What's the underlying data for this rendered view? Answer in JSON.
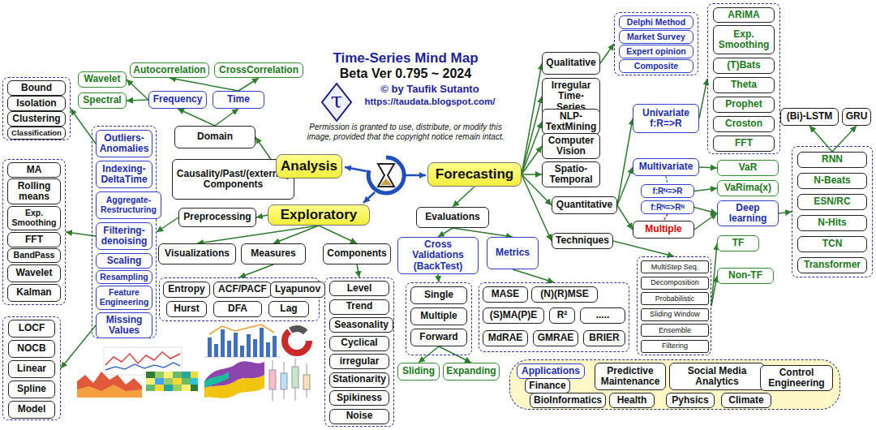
{
  "diagram": {
    "title": "Time-Series Mind Map",
    "nodes": [
      {
        "text": [
          "Domain"
        ]
      },
      {
        "text": [
          "Causality/Past/(external) Components"
        ]
      },
      {
        "text": [
          "Frequency"
        ]
      },
      {
        "text": [
          "Time"
        ]
      },
      {
        "text": [
          "Wavelet"
        ]
      },
      {
        "text": [
          "Spectral"
        ]
      },
      {
        "text": [
          "Autocorrelation"
        ]
      },
      {
        "text": [
          "CrossCorrelation"
        ]
      },
      {
        "text": []
      },
      {
        "text": [
          "Bound"
        ],
        "in": 8
      },
      {
        "text": [
          "Isolation"
        ],
        "in": 8
      },
      {
        "text": [
          "Clustering"
        ],
        "in": 8
      },
      {
        "text": [
          "Classification"
        ],
        "in": 8
      },
      {
        "text": []
      },
      {
        "text": [
          "Outliers- Anomalies"
        ],
        "in": 13
      },
      {
        "text": [
          "Indexing- DeltaTime"
        ],
        "in": 13
      },
      {
        "text": [
          "Aggregate- Restructuring"
        ],
        "in": 13
      },
      {
        "text": [
          "Filtering- denoising"
        ],
        "in": 13
      },
      {
        "text": [
          "Scaling"
        ],
        "in": 13
      },
      {
        "text": [
          "Resampling"
        ],
        "in": 13
      },
      {
        "text": [
          "Feature Engineering"
        ],
        "in": 13
      },
      {
        "text": [
          "Missing Values"
        ],
        "in": 13
      },
      {
        "text": []
      },
      {
        "text": [
          "MA"
        ],
        "in": 22
      },
      {
        "text": [
          "Rolling means"
        ],
        "in": 22
      },
      {
        "text": [
          "Exp. Smoothing"
        ],
        "in": 22
      },
      {
        "text": [
          "FFT"
        ],
        "in": 22
      },
      {
        "text": [
          "BandPass"
        ],
        "in": 22
      },
      {
        "text": [
          "Wavelet"
        ],
        "in": 22
      },
      {
        "text": [
          "Kalman"
        ],
        "in": 22
      },
      {
        "text": []
      },
      {
        "text": [
          "LOCF"
        ],
        "in": 30
      },
      {
        "text": [
          "NOCB"
        ],
        "in": 30
      },
      {
        "text": [
          "Linear"
        ],
        "in": 30
      },
      {
        "text": [
          "Spline"
        ],
        "in": 30
      },
      {
        "text": [
          "Model"
        ],
        "in": 30
      },
      {
        "text": [
          "Analysis"
        ]
      },
      {
        "text": [
          "Preprocessing"
        ]
      },
      {
        "text": [
          "Exploratory"
        ]
      },
      {
        "text": [
          "Visualizations"
        ]
      },
      {
        "text": [
          "Measures"
        ]
      },
      {
        "text": [
          "Components"
        ]
      },
      {
        "text": []
      },
      {
        "text": [
          "Entropy"
        ],
        "in": 42
      },
      {
        "text": [
          "ACF/PACF"
        ],
        "in": 42
      },
      {
        "text": [
          "Lyapunov"
        ],
        "in": 42
      },
      {
        "text": [
          "Hurst"
        ],
        "in": 42
      },
      {
        "text": [
          "DFA"
        ],
        "in": 42
      },
      {
        "text": [
          "Lag"
        ],
        "in": 42
      },
      {
        "text": []
      },
      {
        "text": [
          "Level"
        ],
        "in": 49
      },
      {
        "text": [
          "Trend"
        ],
        "in": 49
      },
      {
        "text": [
          "Seasonality"
        ],
        "in": 49
      },
      {
        "text": [
          "Cyclical"
        ],
        "in": 49
      },
      {
        "text": [
          "irregular"
        ],
        "in": 49
      },
      {
        "text": [
          "Stationarity"
        ],
        "in": 49
      },
      {
        "text": [
          "Spikiness"
        ],
        "in": 49
      },
      {
        "text": [
          "Noise"
        ],
        "in": 49
      },
      {
        "text": [
          "Forecasting"
        ]
      },
      {
        "text": [
          "Qualitative"
        ]
      },
      {
        "text": []
      },
      {
        "text": [
          "Delphi Method"
        ],
        "in": 60
      },
      {
        "text": [
          "Market Survey"
        ],
        "in": 60
      },
      {
        "text": [
          "Expert opinion"
        ],
        "in": 60
      },
      {
        "text": [
          "Composite"
        ],
        "in": 60
      },
      {
        "text": [
          "Irregular Time-Series"
        ]
      },
      {
        "text": [
          "NLP- TextMining"
        ]
      },
      {
        "text": [
          "Computer Vision"
        ]
      },
      {
        "text": [
          "Spatio- Temporal"
        ]
      },
      {
        "text": [
          "Quantitative"
        ]
      },
      {
        "text": [
          "Techniques"
        ]
      },
      {
        "text": [
          "Evaluations"
        ]
      },
      {
        "text": [
          "Cross Validations (BackTest)"
        ]
      },
      {
        "text": [
          "Metrics"
        ]
      },
      {
        "text": []
      },
      {
        "text": [
          "Single"
        ],
        "in": 74
      },
      {
        "text": [
          "Multiple"
        ],
        "in": 74
      },
      {
        "text": [
          "Forward"
        ],
        "in": 74
      },
      {
        "text": [
          "Sliding"
        ]
      },
      {
        "text": [
          "Expanding"
        ]
      },
      {
        "text": []
      },
      {
        "text": [
          "MASE"
        ],
        "in": 80
      },
      {
        "text": [
          "(N)(R)MSE"
        ],
        "in": 80
      },
      {
        "text": [
          "(S)MA(P)E"
        ],
        "in": 80
      },
      {
        "text": [
          "R²"
        ],
        "in": 80
      },
      {
        "text": [
          "....."
        ],
        "in": 80
      },
      {
        "text": [
          "MdRAE"
        ],
        "in": 80
      },
      {
        "text": [
          "GMRAE"
        ],
        "in": 80
      },
      {
        "text": [
          "BRIER"
        ],
        "in": 80
      },
      {
        "text": [
          "Univariate f:R=>R"
        ]
      },
      {
        "text": []
      },
      {
        "text": [
          "ARiMA"
        ],
        "in": 90
      },
      {
        "text": [
          "Exp. Smoothing"
        ],
        "in": 90
      },
      {
        "text": [
          "(T)Bats"
        ],
        "in": 90
      },
      {
        "text": [
          "Theta"
        ],
        "in": 90
      },
      {
        "text": [
          "Prophet"
        ],
        "in": 90
      },
      {
        "text": [
          "Croston"
        ],
        "in": 90
      },
      {
        "text": [
          "FFT"
        ],
        "in": 90
      },
      {
        "text": [
          "Multivariate"
        ]
      },
      {
        "text": [
          "f:Rᴺ=>R"
        ]
      },
      {
        "text": [
          "f:Rᴺ=>Rᴺ"
        ]
      },
      {
        "text": [
          "Multiple"
        ]
      },
      {
        "text": [
          "VaR"
        ]
      },
      {
        "text": [
          "VaRima(x)"
        ]
      },
      {
        "text": [
          "Deep learning"
        ]
      },
      {
        "text": []
      },
      {
        "text": [
          "MultiStep Seq."
        ],
        "in": 105
      },
      {
        "text": [
          "Decomposition"
        ],
        "in": 105
      },
      {
        "text": [
          "Probabilistic"
        ],
        "in": 105
      },
      {
        "text": [
          "Sliding Window"
        ],
        "in": 105
      },
      {
        "text": [
          "Ensemble"
        ],
        "in": 105
      },
      {
        "text": [
          "Filtering"
        ],
        "in": 105
      },
      {
        "text": [
          "TF"
        ]
      },
      {
        "text": [
          "Non-TF"
        ]
      },
      {
        "text": []
      },
      {
        "text": [
          "RNN"
        ],
        "in": 114
      },
      {
        "text": [
          "N-Beats"
        ],
        "in": 114
      },
      {
        "text": [
          "ESN/RC"
        ],
        "in": 114
      },
      {
        "text": [
          "N-Hits"
        ],
        "in": 114
      },
      {
        "text": [
          "TCN"
        ],
        "in": 114
      },
      {
        "text": [
          "Transformer"
        ],
        "in": 114
      },
      {
        "text": [
          "(Bi)-LSTM"
        ]
      },
      {
        "text": [
          "GRU"
        ]
      },
      {
        "text": []
      },
      {
        "text": [
          "Applications"
        ],
        "in": 123
      },
      {
        "text": [
          "Predictive Maintenance"
        ],
        "in": 123
      },
      {
        "text": [
          "Social Media Analytics"
        ],
        "in": 123
      },
      {
        "text": [
          "Control Engineering"
        ],
        "in": 123
      },
      {
        "text": [
          "Finance"
        ],
        "in": 123
      },
      {
        "text": [
          "BioInformatics"
        ],
        "in": 123
      },
      {
        "text": [
          "Health"
        ],
        "in": 123
      },
      {
        "text": [
          "Pyhsics"
        ],
        "in": 123
      },
      {
        "text": [
          "Climate"
        ],
        "in": 123
      }
    ],
    "edges": [
      {
        "from": 36,
        "to": 0,
        "arrow": "to"
      },
      {
        "from": 36,
        "to": 1,
        "arrow": "to"
      },
      {
        "from": 0,
        "to": 2,
        "arrow": "to"
      },
      {
        "from": 0,
        "to": 3,
        "arrow": "to"
      },
      {
        "from": 2,
        "to": 4,
        "arrow": "to"
      },
      {
        "from": 2,
        "to": 5,
        "arrow": "to"
      },
      {
        "from": 3,
        "to": 6,
        "arrow": "to"
      },
      {
        "from": 3,
        "to": 7,
        "arrow": "to"
      },
      {
        "from": 14,
        "to": 8,
        "arrow": "to"
      },
      {
        "from": 37,
        "to": 13,
        "arrow": "to"
      },
      {
        "from": 17,
        "to": 22,
        "arrow": "to"
      },
      {
        "from": 21,
        "to": 30,
        "arrow": "to"
      },
      {
        "from": 38,
        "to": 37,
        "arrow": "to"
      },
      {
        "from": 38,
        "to": 39,
        "arrow": "to"
      },
      {
        "from": 38,
        "to": 40,
        "arrow": "to"
      },
      {
        "from": 38,
        "to": 41,
        "arrow": "to"
      },
      {
        "from": 40,
        "to": 42,
        "arrow": "to"
      },
      {
        "from": 41,
        "to": 49,
        "arrow": "to"
      },
      {
        "from": 58,
        "to": 59,
        "arrow": "to"
      },
      {
        "from": 59,
        "to": 60,
        "arrow": "to"
      },
      {
        "from": 58,
        "to": 65,
        "arrow": "to"
      },
      {
        "from": 58,
        "to": 66,
        "arrow": "to"
      },
      {
        "from": 58,
        "to": 67,
        "arrow": "to"
      },
      {
        "from": 58,
        "to": 68,
        "arrow": "to"
      },
      {
        "from": 58,
        "to": 69,
        "arrow": "to"
      },
      {
        "from": 58,
        "to": 70,
        "arrow": "to"
      },
      {
        "from": 58,
        "to": 71,
        "arrow": "to"
      },
      {
        "from": 71,
        "to": 72,
        "arrow": "to"
      },
      {
        "from": 71,
        "to": 73,
        "arrow": "to"
      },
      {
        "from": 72,
        "to": 74,
        "arrow": "to"
      },
      {
        "from": 73,
        "to": 80,
        "arrow": "to"
      },
      {
        "from": 77,
        "to": 78,
        "arrow": "to"
      },
      {
        "from": 77,
        "to": 79,
        "arrow": "to"
      },
      {
        "from": 69,
        "to": 89,
        "arrow": "to"
      },
      {
        "from": 69,
        "to": 98,
        "arrow": "to"
      },
      {
        "from": 69,
        "to": 101,
        "arrow": "to"
      },
      {
        "from": 89,
        "to": 90,
        "arrow": "to"
      },
      {
        "from": 98,
        "to": 102,
        "arrow": "to"
      },
      {
        "from": 98,
        "to": 99,
        "arrow": "none"
      },
      {
        "from": 99,
        "to": 103,
        "arrow": "to"
      },
      {
        "from": 100,
        "to": 104,
        "arrow": "to"
      },
      {
        "from": 101,
        "to": 104,
        "arrow": "to"
      },
      {
        "from": 100,
        "to": 101,
        "arrow": "none"
      },
      {
        "from": 104,
        "to": 114,
        "arrow": "to"
      },
      {
        "from": 115,
        "to": 121,
        "arrow": "to"
      },
      {
        "from": 115,
        "to": 122,
        "arrow": "to"
      },
      {
        "from": 70,
        "to": 105,
        "arrow": "to"
      },
      {
        "from": 105,
        "to": 112,
        "arrow": "to"
      },
      {
        "from": 105,
        "to": 113,
        "arrow": "to"
      }
    ],
    "labels": [
      "Beta Ver 0.795 ~ 2024",
      "τ",
      "© by Taufik Sutanto",
      "https://taudata.blogspot.com/",
      "Permission is granted to use, distribute, or modify this image, provided that the copyright notice remain intact."
    ]
  }
}
